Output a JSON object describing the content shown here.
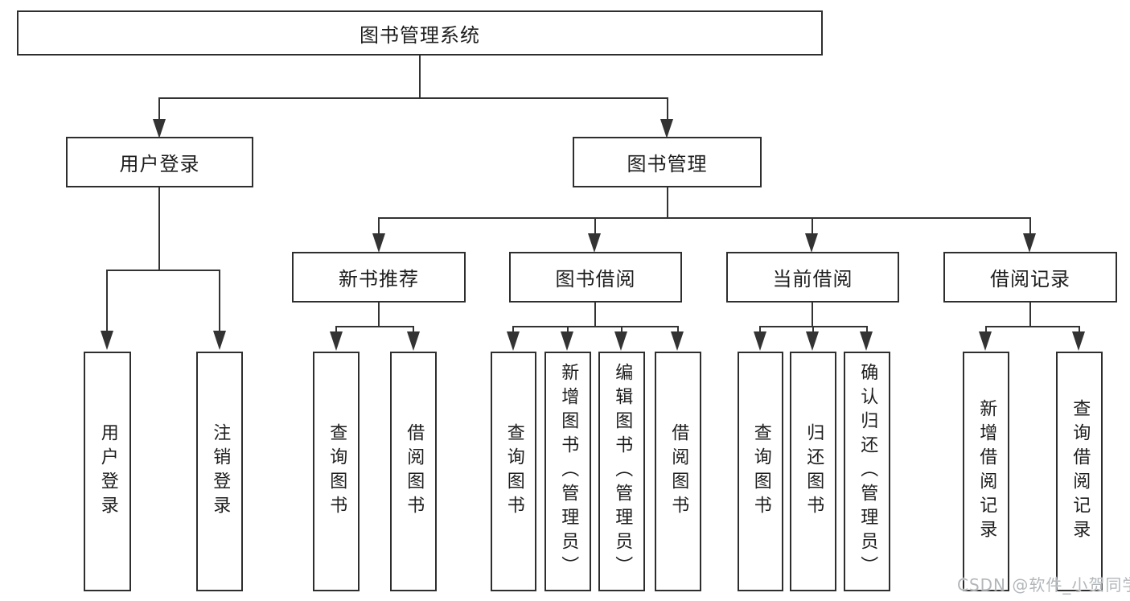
{
  "diagram": {
    "type": "hierarchy-tree",
    "title": "图书管理系统"
  },
  "nodes": {
    "root": {
      "label": "图书管理系统"
    },
    "user_login": {
      "label": "用户登录"
    },
    "book_mgmt": {
      "label": "图书管理"
    },
    "new_book_rec": {
      "label": "新书推荐"
    },
    "book_borrow": {
      "label": "图书借阅"
    },
    "current_borrow": {
      "label": "当前借阅"
    },
    "borrow_record": {
      "label": "借阅记录"
    },
    "leaf_user_login": {
      "label": "用户登录"
    },
    "leaf_logout_login": {
      "label": "注销登录"
    },
    "leaf_query_book_rec": {
      "label": "查询图书"
    },
    "leaf_borrow_book_rec": {
      "label": "借阅图书"
    },
    "leaf_query_book_borrow": {
      "label": "查询图书"
    },
    "leaf_add_book_admin": {
      "label": "新增图书（管理员）"
    },
    "leaf_edit_book_admin": {
      "label": "编辑图书（管理员）"
    },
    "leaf_borrow_book_borrow": {
      "label": "借阅图书"
    },
    "leaf_query_book_current": {
      "label": "查询图书"
    },
    "leaf_return_book": {
      "label": "归还图书"
    },
    "leaf_confirm_return_admin": {
      "label": "确认归还（管理员）"
    },
    "leaf_add_borrow_record": {
      "label": "新增借阅记录"
    },
    "leaf_query_borrow_record": {
      "label": "查询借阅记录"
    }
  },
  "edges": [
    [
      "root",
      "user_login"
    ],
    [
      "root",
      "book_mgmt"
    ],
    [
      "user_login",
      "leaf_user_login"
    ],
    [
      "user_login",
      "leaf_logout_login"
    ],
    [
      "book_mgmt",
      "new_book_rec"
    ],
    [
      "book_mgmt",
      "book_borrow"
    ],
    [
      "book_mgmt",
      "current_borrow"
    ],
    [
      "book_mgmt",
      "borrow_record"
    ],
    [
      "new_book_rec",
      "leaf_query_book_rec"
    ],
    [
      "new_book_rec",
      "leaf_borrow_book_rec"
    ],
    [
      "book_borrow",
      "leaf_query_book_borrow"
    ],
    [
      "book_borrow",
      "leaf_add_book_admin"
    ],
    [
      "book_borrow",
      "leaf_edit_book_admin"
    ],
    [
      "book_borrow",
      "leaf_borrow_book_borrow"
    ],
    [
      "current_borrow",
      "leaf_query_book_current"
    ],
    [
      "current_borrow",
      "leaf_return_book"
    ],
    [
      "current_borrow",
      "leaf_confirm_return_admin"
    ],
    [
      "borrow_record",
      "leaf_add_borrow_record"
    ],
    [
      "borrow_record",
      "leaf_query_borrow_record"
    ]
  ],
  "watermark": {
    "text": "CSDN @软件_小贺同学",
    "color": "#b3b7ba"
  },
  "colors": {
    "line": "#333333",
    "border": "#2e2e2e",
    "text": "#1d1d1d",
    "background": "#ffffff"
  }
}
